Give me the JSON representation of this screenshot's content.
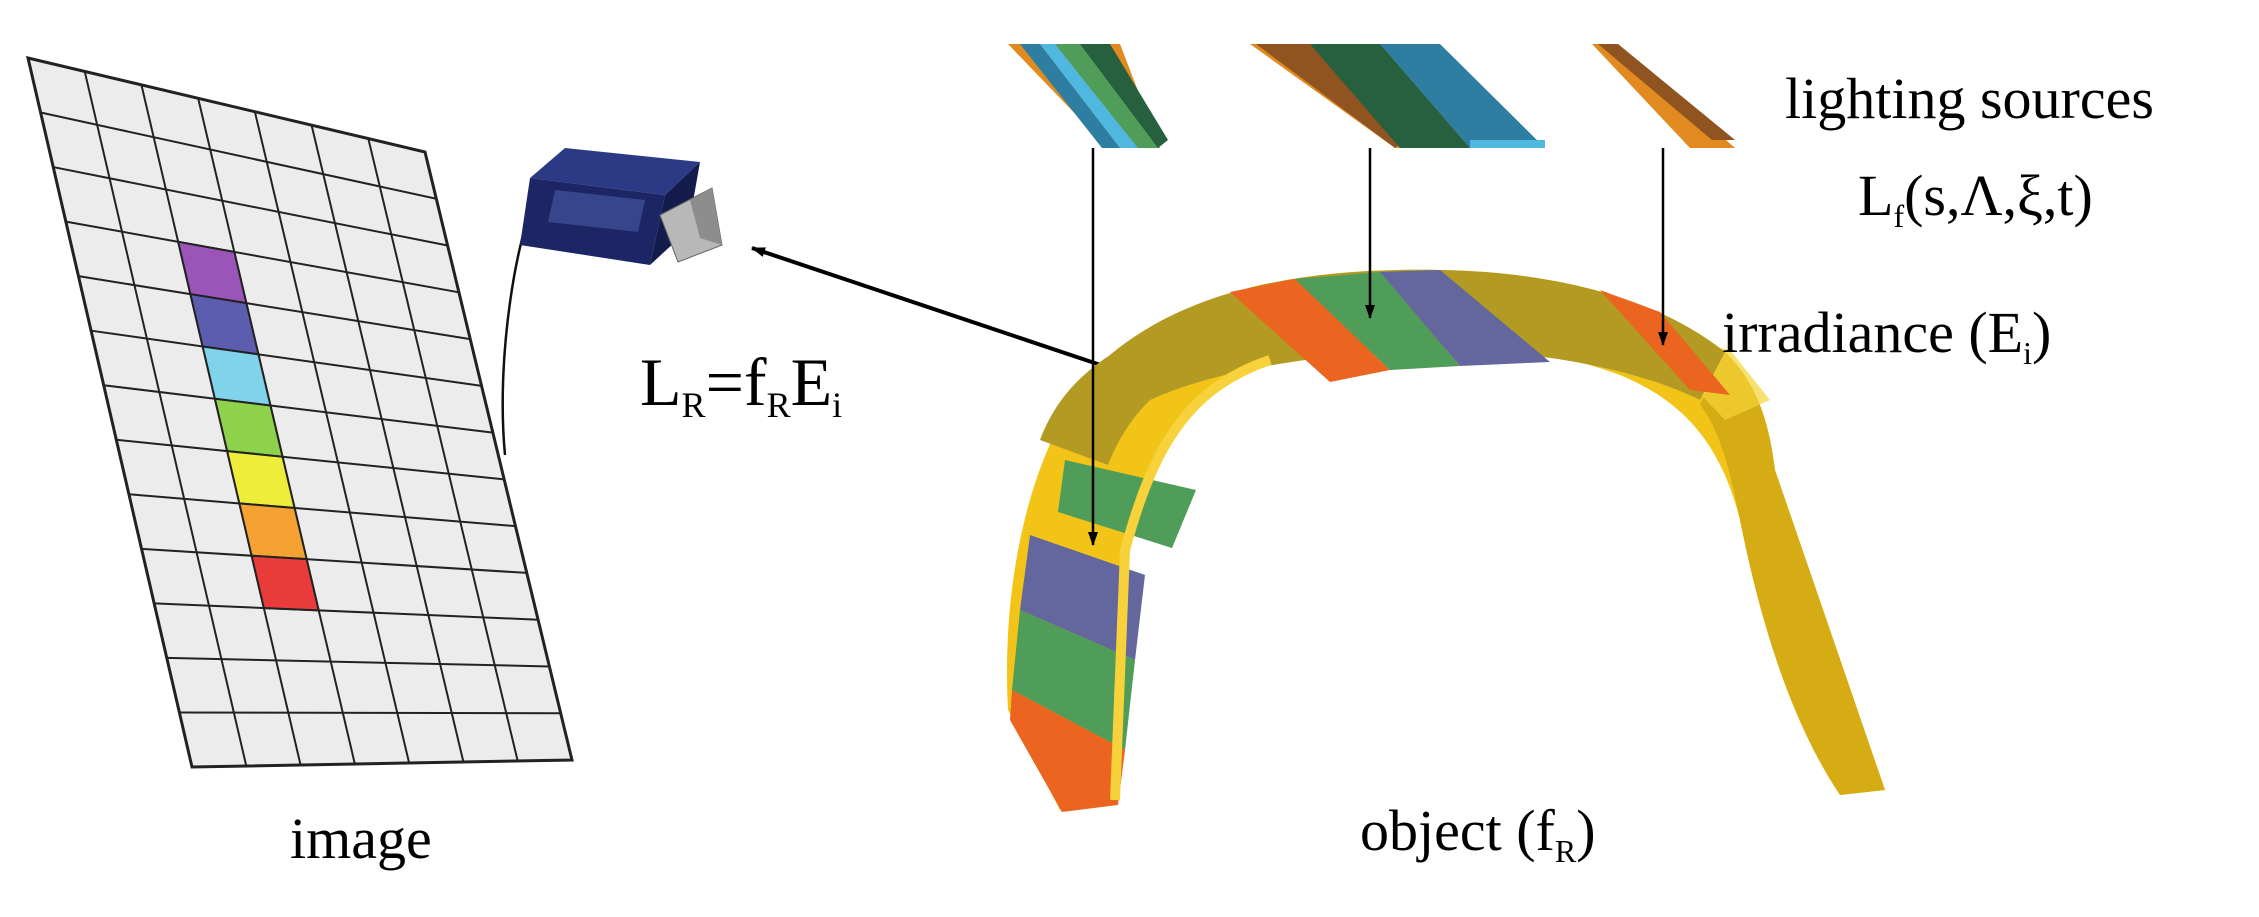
{
  "labels": {
    "image": "image",
    "object": "object (",
    "object_f": "f",
    "object_sub": "R",
    "object_close": ")",
    "lighting_sources": "lighting sources",
    "lf_L": "L",
    "lf_sub": "f",
    "lf_args": "(s,Λ,ξ,t)",
    "irradiance": "irradiance (",
    "irr_E": "E",
    "irr_sub": "i",
    "irr_close": ")",
    "eq_L": "L",
    "eq_sub1": "R",
    "eq_mid": "=f",
    "eq_sub2": "R",
    "eq_E": "E",
    "eq_sub3": "i"
  },
  "colors": {
    "object_yellow": "#f2c418",
    "object_top": "#b39a22",
    "orange": "#eb6420",
    "green": "#4f9d58",
    "blue": "#64679e",
    "brown": "#8f5420",
    "dark_green": "#26603f",
    "teal": "#2e7ea2",
    "light_blue": "#4fb8e0",
    "camera": "#20296a"
  },
  "pixel_colors": [
    "purple",
    "blue",
    "light-blue",
    "green",
    "yellow",
    "orange",
    "red"
  ]
}
